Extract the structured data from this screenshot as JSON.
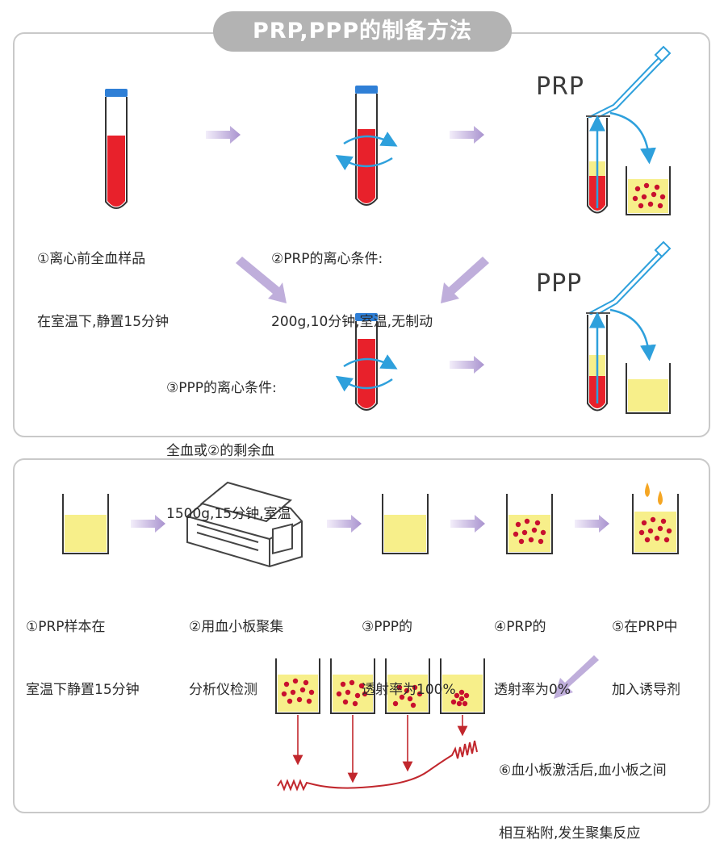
{
  "title": "PRP,PPP的制备方法",
  "top": {
    "step1": [
      "①离心前全血样品",
      "在室温下,静置15分钟"
    ],
    "step2": [
      "②PRP的离心条件:",
      "200g,10分钟,室温,无制动"
    ],
    "step3": [
      "③PPP的离心条件:",
      "全血或②的剩余血",
      "1500g,15分钟,室温"
    ],
    "prp_label": "PRP",
    "ppp_label": "PPP"
  },
  "bottom": {
    "step1": [
      "①PRP样本在",
      "室温下静置15分钟"
    ],
    "step2": [
      "②用血小板聚集",
      "分析仪检测"
    ],
    "step3": [
      "③PPP的",
      "透射率为100%"
    ],
    "step4": [
      "④PRP的",
      "透射率为0%"
    ],
    "step5": [
      "⑤在PRP中",
      "加入诱导剂"
    ],
    "step6": [
      "⑥血小板激活后,血小板之间",
      "相互粘附,发生聚集反应"
    ]
  },
  "colors": {
    "blood": "#e8212b",
    "plasma": "#f7ef8a",
    "cap": "#2f7fd6",
    "arrow": "#b9a8d6",
    "pipette": "#2ea0dc",
    "dot": "#c8102e",
    "curve": "#c1272d",
    "frame": "#c9c9c9"
  }
}
